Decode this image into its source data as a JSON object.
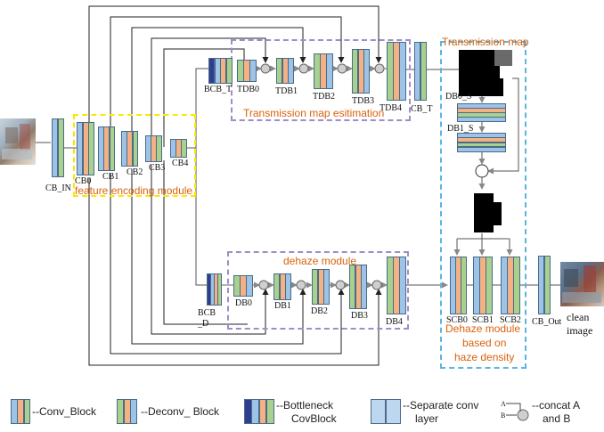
{
  "colors": {
    "blue": "#9dc3e6",
    "orange": "#f4b183",
    "green": "#a9d18e",
    "navy": "#2f3f8f",
    "lightblue": "#bdd7ee",
    "yellow_box": "#ffe600",
    "purple_box": "#a08cc8",
    "cyan_box": "#5bb5e0",
    "orange_text": "#d8620c"
  },
  "input": {
    "label": "CB_IN"
  },
  "encoder": {
    "title": "feature encoding module",
    "blocks": [
      "CB0",
      "CB1",
      "CB2",
      "CB3",
      "CB4"
    ]
  },
  "transmission": {
    "title": "Transmission map esitimation",
    "bottleneck": "BCB_T",
    "blocks": [
      "TDB0",
      "TDB1",
      "TDB2",
      "TDB3",
      "TDB4"
    ],
    "output": "CB_T"
  },
  "dehaze": {
    "title": "dehaze module",
    "bottleneck_line1": "BCB",
    "bottleneck_line2": "_D",
    "blocks": [
      "DB0",
      "DB1",
      "DB2",
      "DB3",
      "DB4"
    ]
  },
  "density": {
    "title_top": "Transmission map",
    "s0": "DB0_S",
    "s1": "DB1_S",
    "blocks": [
      "SCB0",
      "SCB1",
      "SCB2"
    ],
    "title_line1": "Dehaze module",
    "title_line2": "based on",
    "title_line3": "haze density"
  },
  "output": {
    "label": "CB_Out",
    "text_line1": "clean",
    "text_line2": "image"
  },
  "legend": {
    "conv": "--Conv_Block",
    "deconv": "--Deconv_ Block",
    "bottleneck_line1": "--Bottleneck",
    "bottleneck_line2": "CovBlock",
    "separate_line1": "--Separate conv",
    "separate_line2": "layer",
    "concat_line1": "--concat A",
    "concat_line2": "and B",
    "concat_a": "A",
    "concat_b": "B"
  }
}
